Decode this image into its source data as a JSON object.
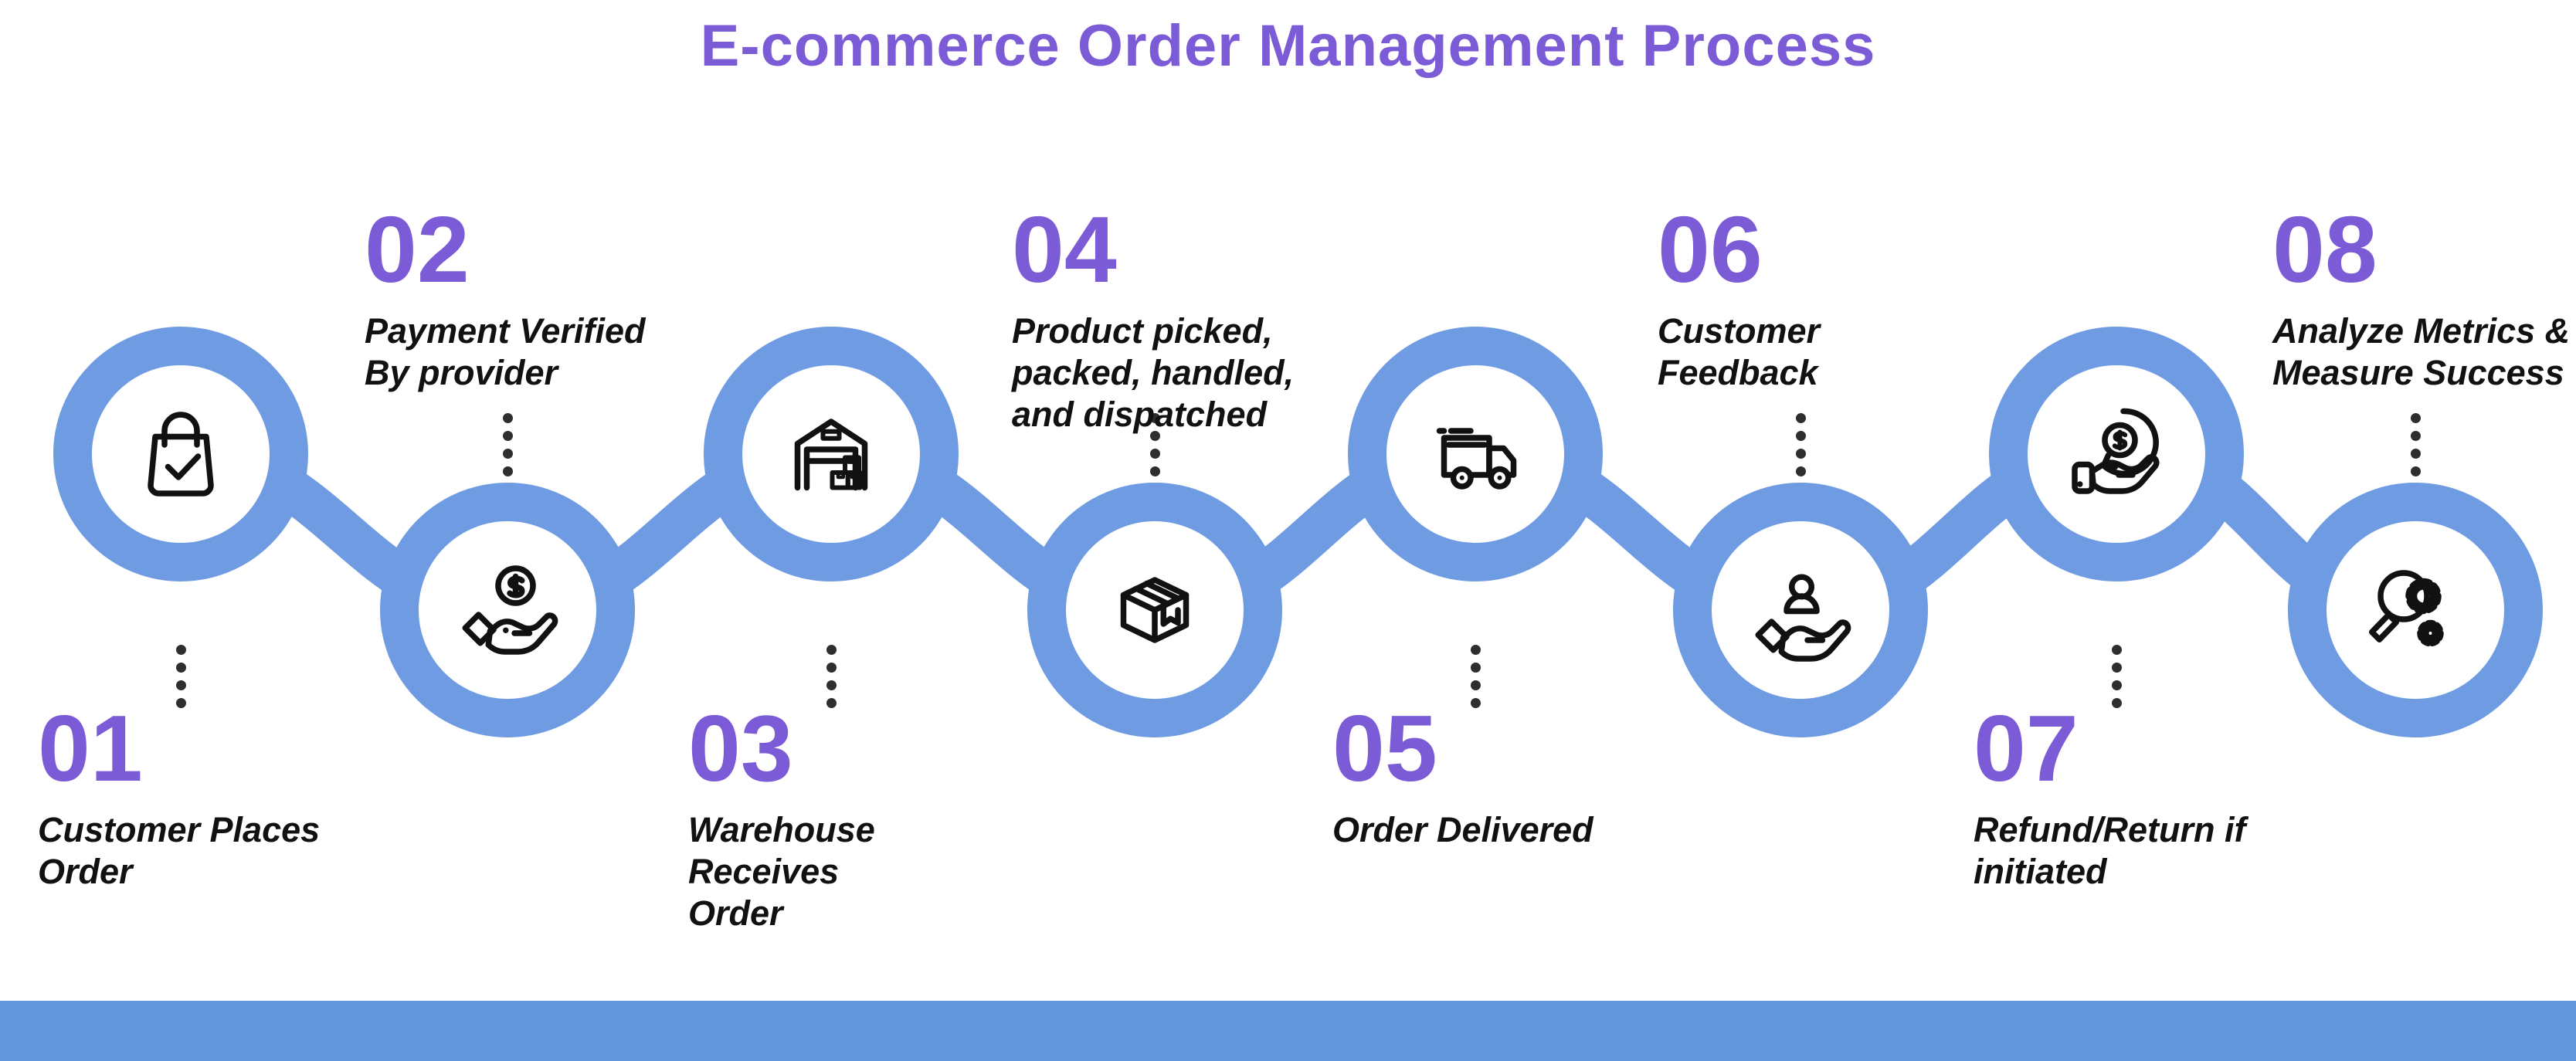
{
  "title": "E-commerce Order Management Process",
  "colors": {
    "band": "#6E9BE2",
    "bar": "#6297DC",
    "accent": "#7C5CD6",
    "ink": "#111111",
    "dots": "#2e2e2e"
  },
  "steps": [
    {
      "number": "01",
      "label": "Customer Places\nOrder",
      "icon": "shopping-bag-check-icon",
      "label_position": "below-circle"
    },
    {
      "number": "02",
      "label": "Payment Verified\nBy provider",
      "icon": "hand-coin-icon",
      "label_position": "above-circle"
    },
    {
      "number": "03",
      "label": "Warehouse Receives\nOrder",
      "icon": "warehouse-icon",
      "label_position": "below-circle"
    },
    {
      "number": "04",
      "label": "Product picked,\npacked, handled,\nand dispatched",
      "icon": "package-box-icon",
      "label_position": "above-circle"
    },
    {
      "number": "05",
      "label": "Order Delivered",
      "icon": "delivery-truck-icon",
      "label_position": "below-circle"
    },
    {
      "number": "06",
      "label": "Customer Feedback",
      "icon": "hand-person-icon",
      "label_position": "above-circle"
    },
    {
      "number": "07",
      "label": "Refund/Return if\ninitiated",
      "icon": "refund-hand-icon",
      "label_position": "below-circle"
    },
    {
      "number": "08",
      "label": "Analyze Metrics &\nMeasure Success",
      "icon": "magnifier-gears-icon",
      "label_position": "above-circle"
    }
  ]
}
